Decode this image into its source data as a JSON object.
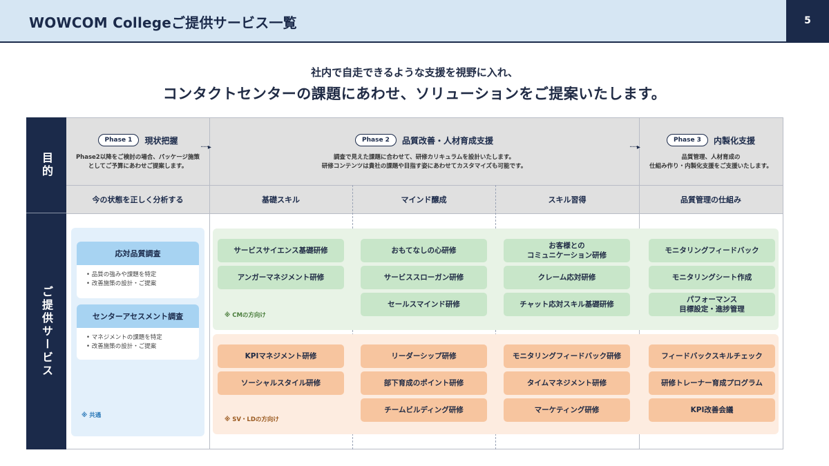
{
  "header": {
    "title": "WOWCOM Collegeご提供サービス一覧",
    "page_number": "5"
  },
  "lead": {
    "line1": "社内で自走できるような支援を視野に入れ、",
    "line2": "コンタクトセンターの課題にあわせ、ソリューションをご提案いたします。"
  },
  "side_labels": {
    "purpose": "目的",
    "service": "ご提供サービス"
  },
  "phases": [
    {
      "badge": "Phase 1",
      "title": "現状把握",
      "desc": "Phase2以降をご検討の場合、パッケージ施策\nとしてご予算にあわせご提案します。"
    },
    {
      "badge": "Phase 2",
      "title": "品質改善・人材育成支援",
      "desc": "調査で見えた課題に合わせて、研修カリキュラムを設計いたします。\n研修コンテンツは貴社の課題や目指す姿にあわせてカスタマイズも可能です。"
    },
    {
      "badge": "Phase 3",
      "title": "内製化支援",
      "desc": "品質管理、人材育成の\n仕組み作り・内製化支援をご支援いたします。"
    }
  ],
  "column_heads": [
    "今の状態を正しく分析する",
    "基礎スキル",
    "マインド醸成",
    "スキル習得",
    "品質管理の仕組み"
  ],
  "survey_cards": [
    {
      "title": "応対品質調査",
      "bullets": [
        "品質の強みや課題を特定",
        "改善施策の設計・ご提案"
      ]
    },
    {
      "title": "センターアセスメント調査",
      "bullets": [
        "マネジメントの課題を特定",
        "改善施策の設計・ご提案"
      ]
    }
  ],
  "notes": {
    "common": "※ 共通",
    "cm": "※ CMの方向け",
    "sv_ld": "※ SV・LDの方向け"
  },
  "cm_trainings": {
    "basic": [
      "サービスサイエンス基礎研修",
      "アンガーマネジメント研修"
    ],
    "mind": [
      "おもてなしの心研修",
      "サービススローガン研修",
      "セールスマインド研修"
    ],
    "skill": [
      "お客様との\nコミュニケーション研修",
      "クレーム応対研修",
      "チャット応対スキル基礎研修"
    ],
    "quality": [
      "モニタリングフィードバック",
      "モニタリングシート作成",
      "パフォーマンス\n目標設定・進捗管理"
    ]
  },
  "sv_trainings": {
    "basic": [
      "KPIマネジメント研修",
      "ソーシャルスタイル研修"
    ],
    "mind": [
      "リーダーシップ研修",
      "部下育成のポイント研修",
      "チームビルディング研修"
    ],
    "skill": [
      "モニタリングフィードバック研修",
      "タイムマネジメント研修",
      "マーケティング研修"
    ],
    "quality": [
      "フィードバックスキルチェック",
      "研修トレーナー育成プログラム",
      "KPI改善会議"
    ]
  },
  "colors": {
    "navy": "#1b2a4a",
    "green_pill": "#c8e6c9",
    "orange_pill": "#f7c59f",
    "note_green": "#4a7d3c",
    "note_orange": "#9a5a20",
    "note_blue": "#2a78b8"
  }
}
